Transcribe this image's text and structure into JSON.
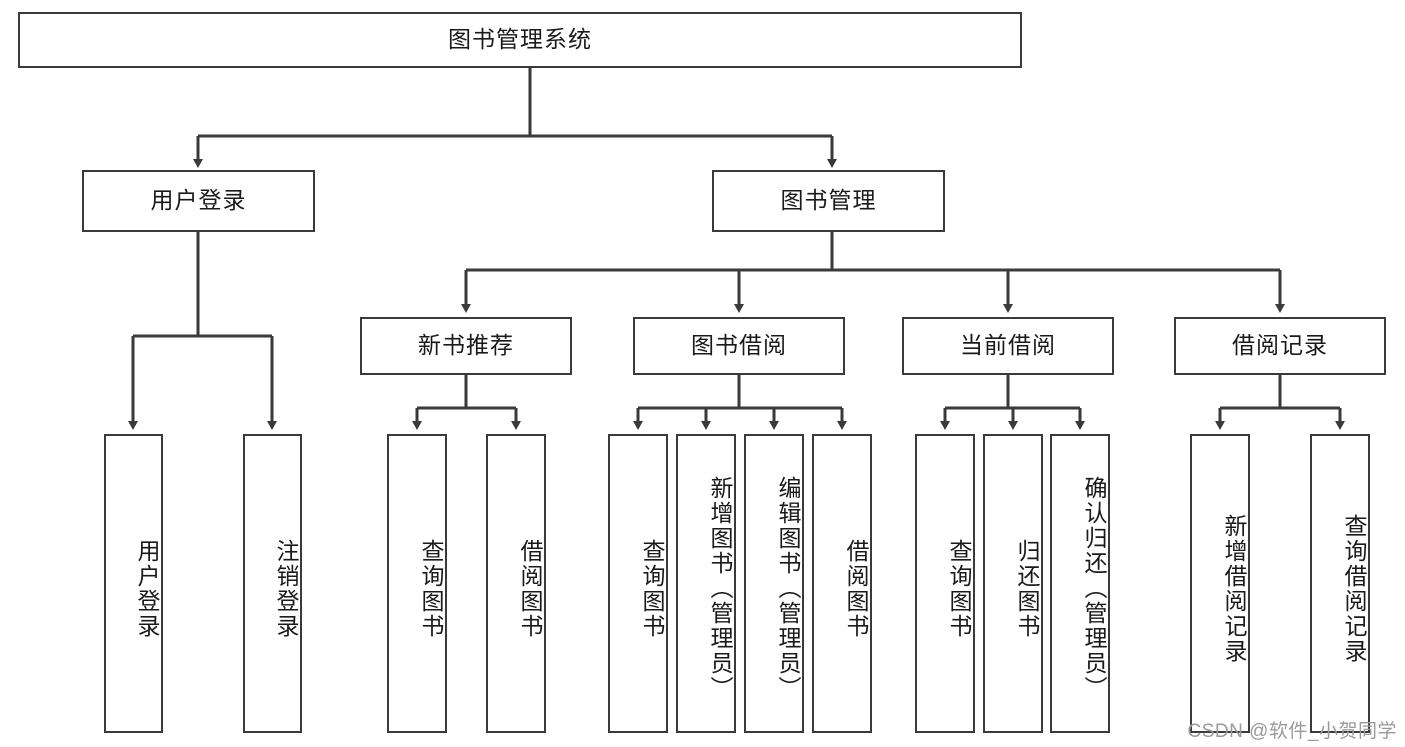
{
  "diagram": {
    "title": "图书管理系统",
    "type": "hierarchy-tree",
    "root": {
      "id": "root",
      "label": "图书管理系统"
    },
    "level2": [
      {
        "id": "user-login",
        "label": "用户登录"
      },
      {
        "id": "book-manage",
        "label": "图书管理"
      }
    ],
    "level3": [
      {
        "id": "new-book-rec",
        "label": "新书推荐"
      },
      {
        "id": "book-borrow",
        "label": "图书借阅"
      },
      {
        "id": "current-borrow",
        "label": "当前借阅"
      },
      {
        "id": "borrow-record",
        "label": "借阅记录"
      }
    ],
    "leaves": {
      "user_login": [
        {
          "id": "leaf-user-login",
          "label": "用户登录"
        },
        {
          "id": "leaf-logout-login",
          "label": "注销登录"
        }
      ],
      "new_book_rec": [
        {
          "id": "leaf-query-book-1",
          "label": "查询图书"
        },
        {
          "id": "leaf-borrow-book-1",
          "label": "借阅图书"
        }
      ],
      "book_borrow": [
        {
          "id": "leaf-query-book-2",
          "label": "查询图书"
        },
        {
          "id": "leaf-add-book",
          "label": "新增图书（管理员）"
        },
        {
          "id": "leaf-edit-book",
          "label": "编辑图书（管理员）"
        },
        {
          "id": "leaf-borrow-book-2",
          "label": "借阅图书"
        }
      ],
      "current_borrow": [
        {
          "id": "leaf-query-book-3",
          "label": "查询图书"
        },
        {
          "id": "leaf-return-book",
          "label": "归还图书"
        },
        {
          "id": "leaf-confirm-return",
          "label": "确认归还（管理员）"
        }
      ],
      "borrow_record": [
        {
          "id": "leaf-add-record",
          "label": "新增借阅记录"
        },
        {
          "id": "leaf-query-record",
          "label": "查询借阅记录"
        }
      ]
    }
  },
  "watermark": {
    "text": "CSDN @软件_小贺同学"
  },
  "colors": {
    "border": "#3a3a3a",
    "background": "#ffffff",
    "text": "#1a1a1a",
    "watermark": "#9a9a9a"
  }
}
